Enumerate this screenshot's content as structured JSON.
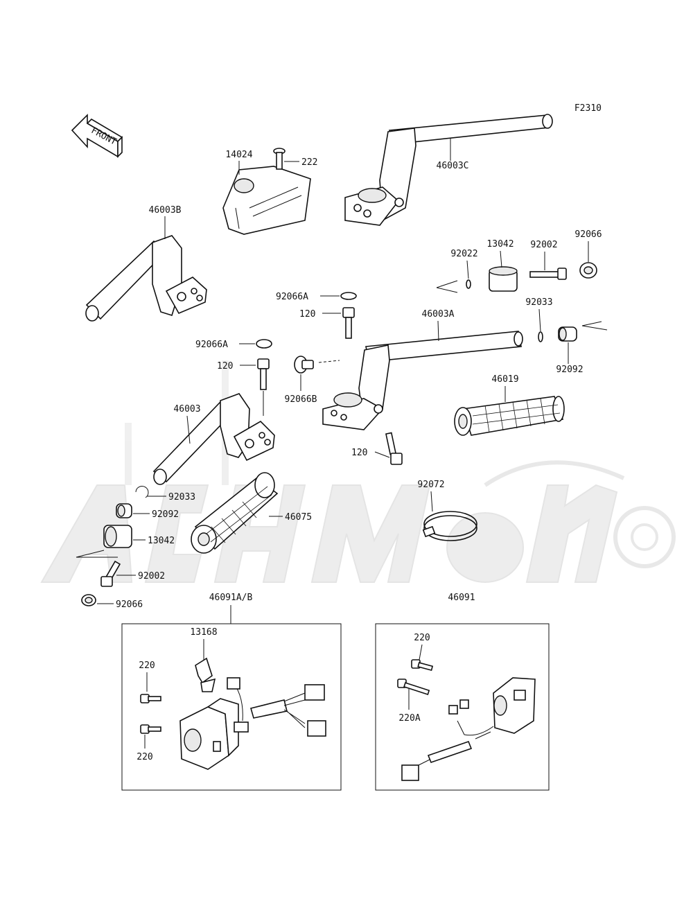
{
  "figure_code": "F2310",
  "front_arrow_label": "FRONT",
  "callouts": {
    "c14024": "14024",
    "c222": "222",
    "c46003C": "46003C",
    "c46003B": "46003B",
    "c92022": "92022",
    "c13042_right": "13042",
    "c92002_right": "92002",
    "c92066_right": "92066",
    "c92066A_center": "92066A",
    "c120_center_top": "120",
    "c46003A": "46003A",
    "c92033_right": "92033",
    "c92092_right": "92092",
    "c92066A_left": "92066A",
    "c120_left": "120",
    "c92066B": "92066B",
    "c46019": "46019",
    "c46003": "46003",
    "c120_center_bottom": "120",
    "c92072": "92072",
    "c92033_left": "92033",
    "c92092_left": "92092",
    "c46075": "46075",
    "c13042_left": "13042",
    "c92002_left": "92002",
    "c92066_left": "92066"
  },
  "boxes": {
    "left_box": {
      "title": "46091A/B",
      "labels": {
        "l13168": "13168",
        "l220_top": "220",
        "l220_bottom": "220"
      }
    },
    "right_box": {
      "title": "46091",
      "labels": {
        "l220": "220",
        "l220A": "220A"
      }
    }
  }
}
